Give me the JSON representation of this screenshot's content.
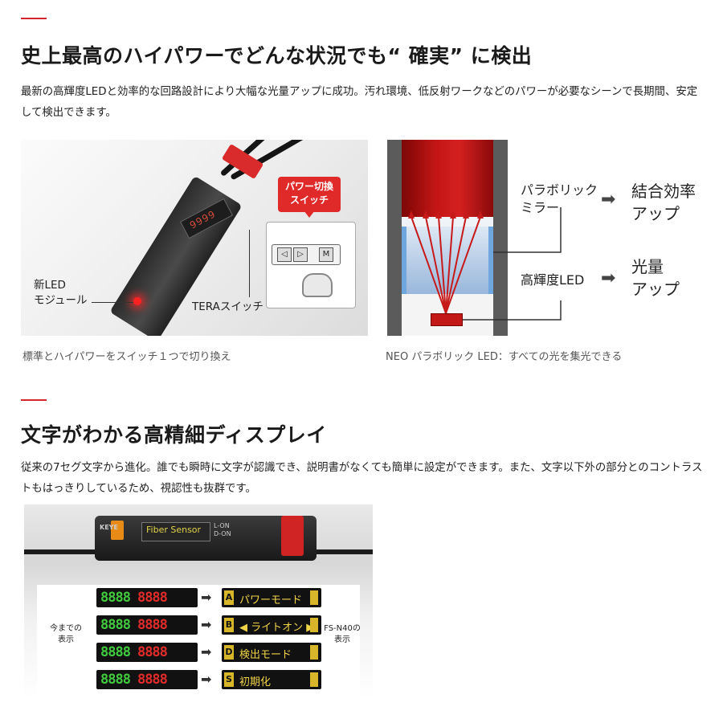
{
  "section1": {
    "title": "史上最高のハイパワーでどんな状況でも“ 確実” に検出",
    "body": "最新の高輝度LEDと効率的な回路設計により大幅な光量アップに成功。汚れ環境、低反射ワークなどのパワーが必要なシーンで長期間、安定して検出できます。",
    "photo": {
      "lcd_digits": "9999",
      "label_led_line1": "新LED",
      "label_led_line2": "モジュール",
      "label_tera": "TERAスイッチ",
      "badge_line1": "パワー切換",
      "badge_line2": "スイッチ",
      "switch_key": "M",
      "caption": "標準とハイパワーをスイッチ１つで切り換え"
    },
    "diagram": {
      "label_mirror_line1": "パラボリック",
      "label_mirror_line2": "ミラー",
      "result_mirror_line1": "結合効率",
      "result_mirror_line2": "アップ",
      "label_led": "高輝度LED",
      "result_led_line1": "光量",
      "result_led_line2": "アップ",
      "arrow": "➡",
      "caption": "NEO パラボリック LED：すべての光を集光できる"
    }
  },
  "section2": {
    "title": "文字がわかる高精細ディスプレイ",
    "body": "従来の7セグ文字から進化。誰でも瞬時に文字が認識でき、説明書がなくても簡単に設定ができます。また、文字以下外の部分とのコントラストもはっきりしているため、視認性も抜群です。",
    "photo": {
      "brand": "KEYE",
      "device_title": "Fiber Sensor",
      "lon": "L-ON",
      "don": "D-ON",
      "old_label_line1": "今までの",
      "old_label_line2": "表示",
      "new_label_line1": "FS-N40の",
      "new_label_line2": "表示",
      "arrow": "➡",
      "old_rows": [
        {
          "green": "8888",
          "red": "8888"
        },
        {
          "green": "8888",
          "red": "8888"
        },
        {
          "green": "8888",
          "red": "8888"
        },
        {
          "green": "8888",
          "red": "8888"
        }
      ],
      "new_rows": [
        {
          "letter": "A",
          "text": "パワーモード"
        },
        {
          "letter": "B",
          "text": "◀ ライトオン ▶"
        },
        {
          "letter": "D",
          "text": "検出モード"
        },
        {
          "letter": "S",
          "text": "初期化"
        }
      ]
    }
  }
}
